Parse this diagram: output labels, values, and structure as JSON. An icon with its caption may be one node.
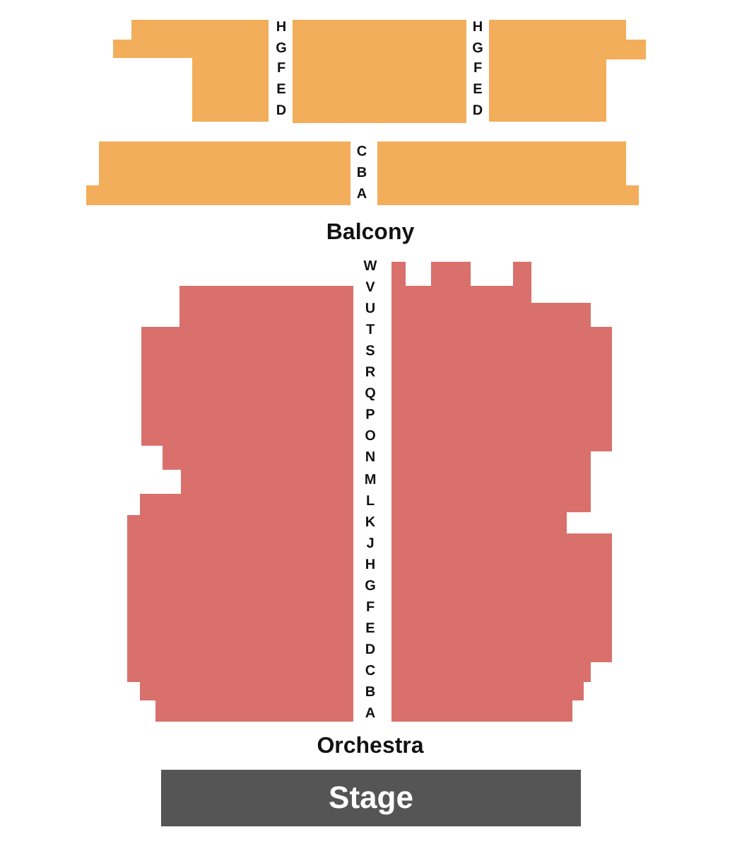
{
  "diagram": {
    "nodes": [
      {
        "text": [],
        "shape": "box"
      },
      {
        "text": [],
        "shape": "box"
      },
      {
        "text": [],
        "shape": "box"
      },
      {
        "text": [],
        "shape": "box"
      },
      {
        "text": [],
        "shape": "box"
      },
      {
        "text": [],
        "shape": "box"
      },
      {
        "text": [],
        "shape": "box"
      },
      {
        "text": [
          "Stage"
        ]
      }
    ],
    "labels": [
      "H",
      "G",
      "F",
      "E",
      "D",
      "H",
      "G",
      "F",
      "E",
      "D",
      "C",
      "B",
      "A",
      "Balcony",
      "W",
      "V",
      "U",
      "T",
      "S",
      "R",
      "Q",
      "P",
      "O",
      "N",
      "M",
      "L",
      "K",
      "J",
      "H",
      "G",
      "F",
      "E",
      "D",
      "C",
      "B",
      "A",
      "Orchestra"
    ]
  }
}
